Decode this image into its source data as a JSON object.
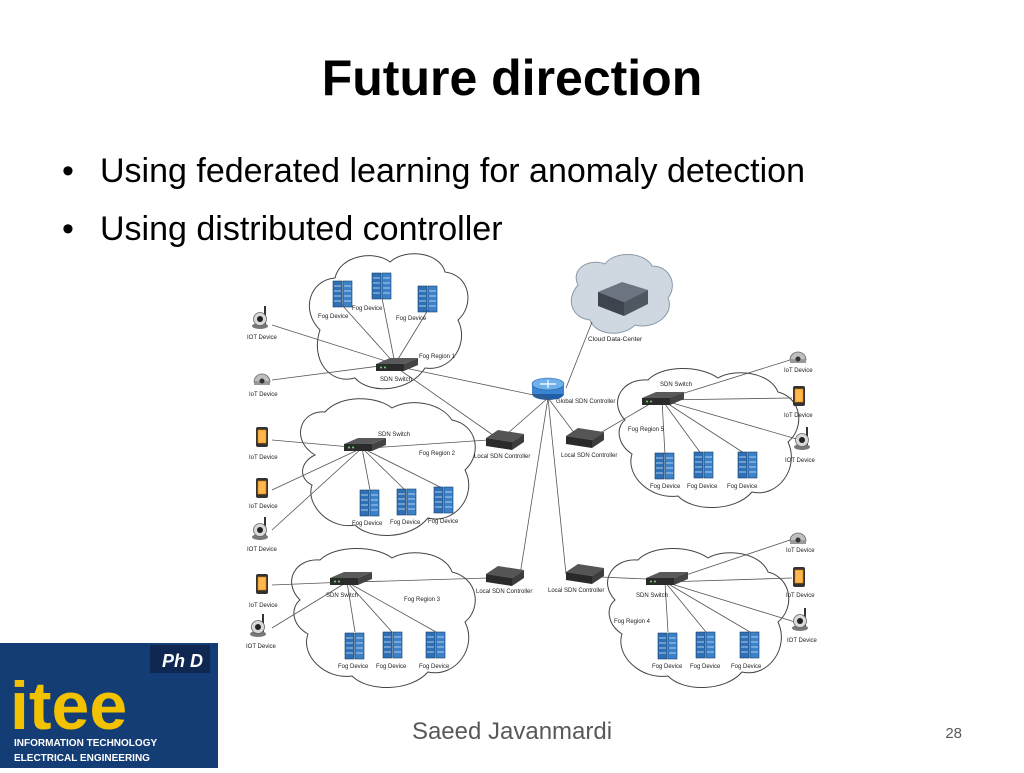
{
  "slide": {
    "title": "Future direction",
    "bullets": [
      "Using federated learning for anomaly detection",
      "Using distributed controller"
    ],
    "footer_author": "Saeed Javanmardi",
    "page_number": "28"
  },
  "diagram": {
    "cloud_label": "Cloud Data-Center",
    "global_controller": "Global SDN Controller",
    "regions": [
      {
        "name": "Fog Region 1",
        "switch": "SDN Switch",
        "fog": [
          "Fog Device",
          "Fog Device",
          "Fog Device"
        ],
        "iot": [
          "IOT Device",
          "IoT Device"
        ]
      },
      {
        "name": "Fog Region 2",
        "switch": "SDN Switch",
        "controller": "Local SDN Controller",
        "fog": [
          "Fog Device",
          "Fog Device",
          "Fog Device"
        ],
        "iot": [
          "IoT Device",
          "IoT Device",
          "IOT Device"
        ]
      },
      {
        "name": "Fog Region 3",
        "switch": "SDN Switch",
        "controller": "Local SDN Controller",
        "fog": [
          "Fog Device",
          "Fog Device",
          "Fog Device"
        ],
        "iot": [
          "IoT Device",
          "IOT Device"
        ]
      },
      {
        "name": "Fog Region 4",
        "switch": "SDN Switch",
        "controller": "Local SDN Controller",
        "fog": [
          "Fog Device",
          "Fog Device",
          "Fog Device"
        ],
        "iot": [
          "IoT Device",
          "IoT Device",
          "IOT Device"
        ]
      },
      {
        "name": "Fog Region 5",
        "switch": "SDN Switch",
        "controller": "Local SDN Controller",
        "fog": [
          "Fog Device",
          "Fog Device",
          "Fog Device"
        ],
        "iot": [
          "IoT Device",
          "IoT Device",
          "IOT Device"
        ]
      }
    ]
  },
  "logo": {
    "main": "itee",
    "badge": "Ph D",
    "line1": "INFORMATION TECHNOLOGY",
    "line2": "ELECTRICAL ENGINEERING",
    "colors": {
      "blue": "#1e5aa8",
      "yellow": "#f2c200",
      "dark": "#0b1b3a"
    }
  }
}
